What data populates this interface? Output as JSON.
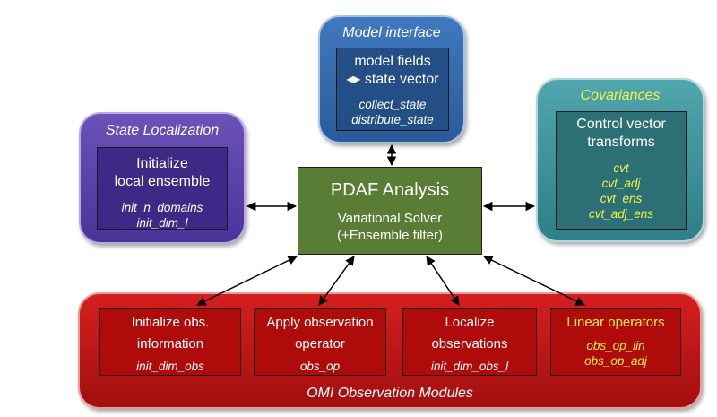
{
  "state_localization": {
    "title": "State Localization",
    "box_line1": "Initialize",
    "box_line2": "local ensemble",
    "functions": [
      "init_n_domains",
      "init_dim_l"
    ]
  },
  "model_interface": {
    "title": "Model interface",
    "box_line1": "model fields",
    "box_line2": "◂▸ state vector",
    "functions": [
      "collect_state",
      "distribute_state"
    ]
  },
  "covariances": {
    "title": "Covariances",
    "box_line1": "Control vector",
    "box_line2": "transforms",
    "functions": [
      "cvt",
      "cvt_adj",
      "cvt_ens",
      "cvt_adj_ens"
    ]
  },
  "pdaf_analysis": {
    "title": "PDAF Analysis",
    "line1": "Variational Solver",
    "line2": "(+Ensemble filter)"
  },
  "omi": {
    "title": "OMI Observation Modules",
    "modules": [
      {
        "line1": "Initialize obs.",
        "line2": "information",
        "fn1": "init_dim_obs",
        "fn2": ""
      },
      {
        "line1": "Apply observation",
        "line2": "operator",
        "fn1": "obs_op",
        "fn2": ""
      },
      {
        "line1": "Localize",
        "line2": "observations",
        "fn1": "init_dim_obs_l",
        "fn2": ""
      },
      {
        "line1": "Linear operators",
        "line2": "",
        "fn1": "obs_op_lin",
        "fn2": "obs_op_adj"
      }
    ]
  },
  "colors": {
    "state_localization": "#4b339a",
    "model_interface": "#2b5a99",
    "covariances": "#2e7f86",
    "pdaf_analysis": "#5a7d36",
    "omi": "#c01515",
    "highlight_text": "#f2f24a"
  }
}
